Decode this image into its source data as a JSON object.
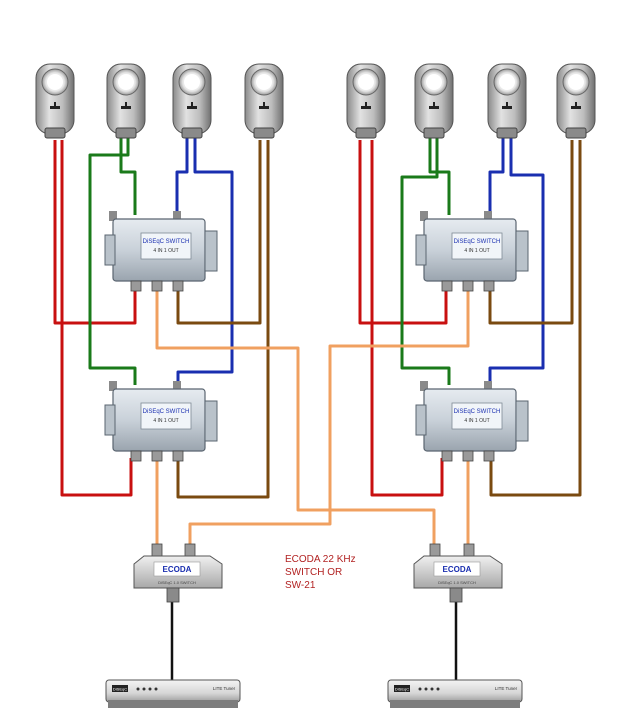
{
  "note": {
    "line1": "ECODA 22 KHz",
    "line2": "SWITCH OR",
    "line3": "SW-21"
  },
  "labels": {
    "switch_brand": "ECODA",
    "switch_small_print": "DiSEqC 1.0 SWITCH",
    "receiver_brand": "LITE Tuner",
    "receiver_badge": "DiSEqC",
    "diseqc_title": "DiSEqC SWITCH",
    "diseqc_sub": "4 IN 1 OUT"
  },
  "colors": {
    "wire_red": "#c81010",
    "wire_green": "#1a7a1a",
    "wire_blue": "#1a2fb0",
    "wire_brown": "#7a4a10",
    "wire_orange": "#f0a060",
    "wire_black": "#111111",
    "note_text": "#b22222"
  }
}
